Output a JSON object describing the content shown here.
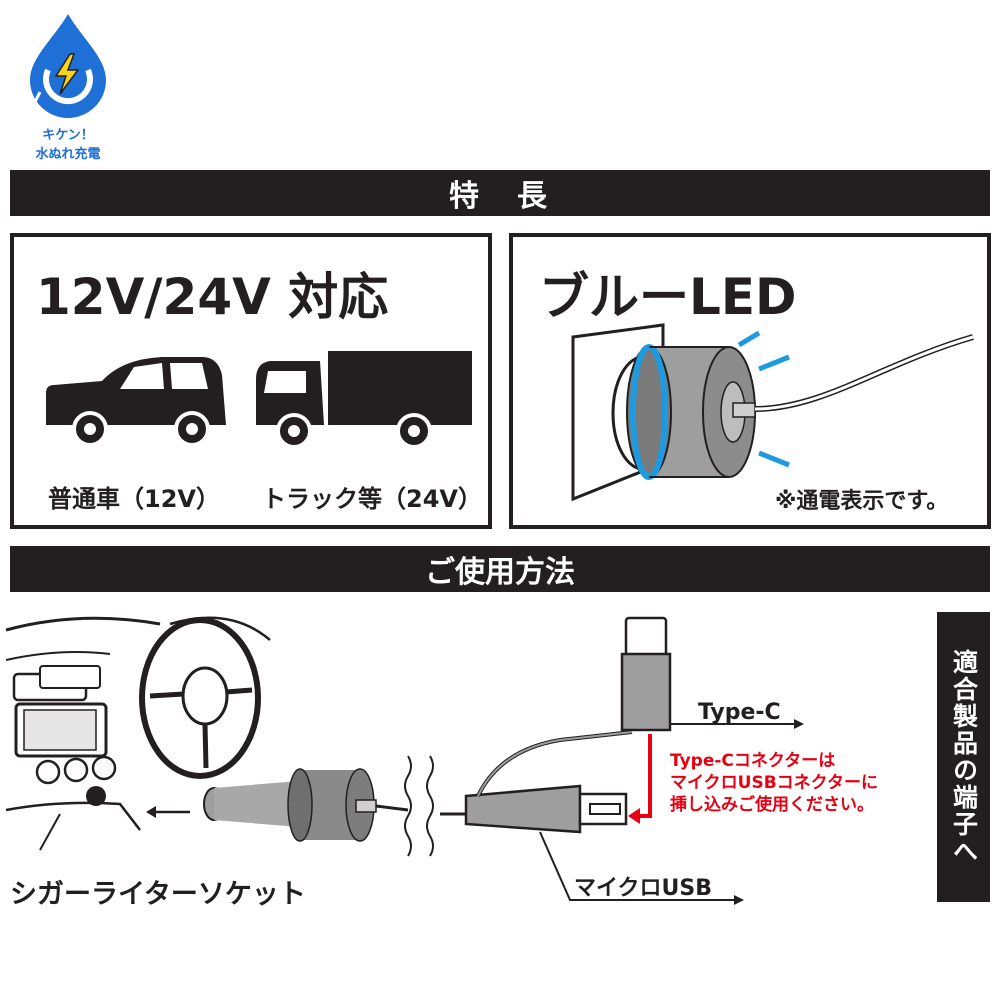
{
  "badge": {
    "line1": "キケン！",
    "line2": "水ぬれ充電",
    "icon": "water-drop-lightning-icon"
  },
  "features": {
    "header": "特　長",
    "voltage": {
      "title": "12V/24V 対応",
      "car_label": "普通車（12V）",
      "truck_label": "トラック等（24V）"
    },
    "led": {
      "title": "ブルーLED",
      "note": "※通電表示です。"
    }
  },
  "usage": {
    "header": "ご使用方法",
    "socket_label": "シガーライターソケット",
    "typec_label": "Type-C",
    "micro_label": "マイクロUSB",
    "notice_lines": [
      "Type-Cコネクターは",
      "マイクロUSBコネクターに",
      "挿し込みご使用ください。"
    ],
    "side_label": "適合製品の端子へ"
  },
  "colors": {
    "dark": "#231f20",
    "accent_red": "#e60012",
    "led_blue": "#1e9be0",
    "badge_blue": "#1e6fd6"
  }
}
